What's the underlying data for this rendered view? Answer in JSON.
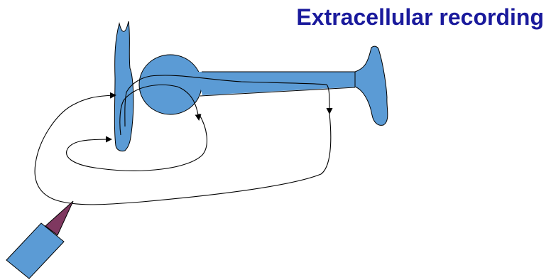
{
  "title": "Extracellular recording",
  "colors": {
    "title": "#1a1a9c",
    "neuron_fill": "#5b9bd5",
    "outline": "#000000",
    "electrode_body": "#5b9bd5",
    "electrode_tip": "#7f3860",
    "current_lines": "#000000"
  },
  "icons": {
    "neuron": "neuron-shape",
    "electrode": "recording-electrode",
    "arrows": "current-flow-arrow"
  }
}
